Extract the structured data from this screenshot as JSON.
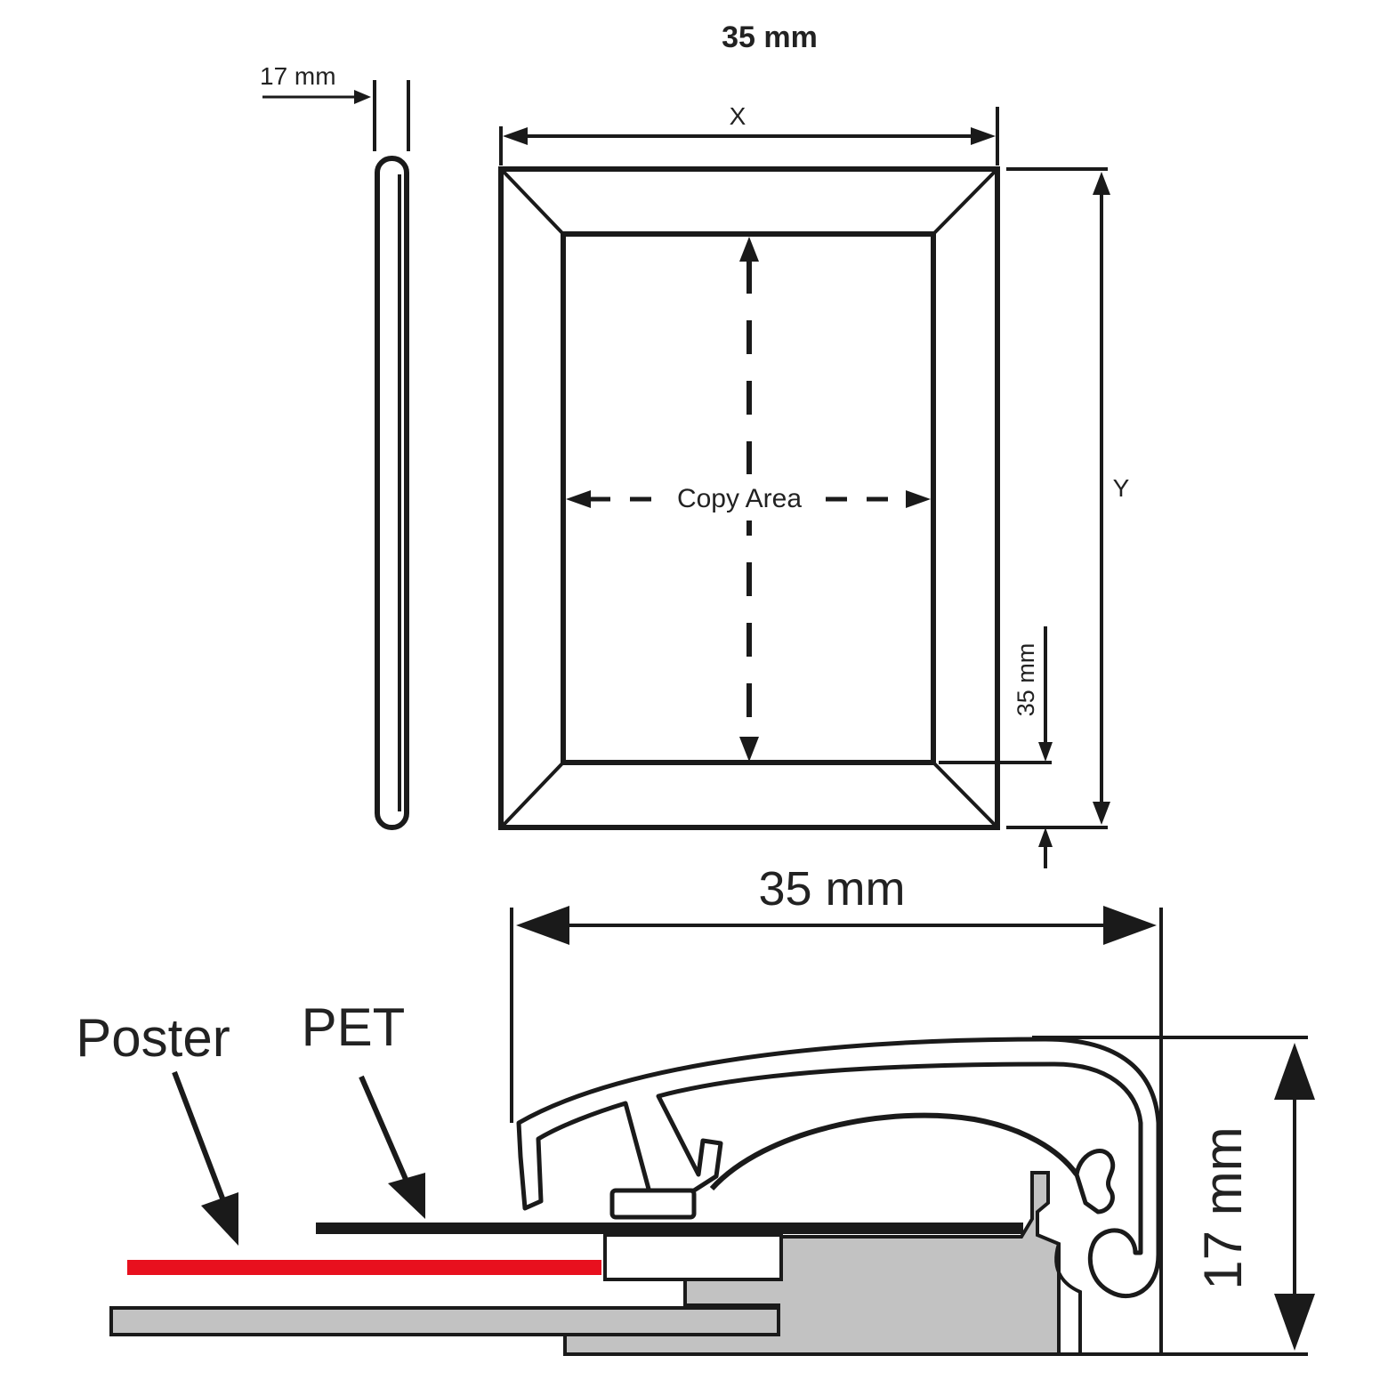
{
  "labels": {
    "top_profile_width": "35 mm",
    "side_depth": "17 mm",
    "frame_width": "X",
    "frame_height": "Y",
    "copy_area": "Copy Area",
    "border_width": "35 mm",
    "section_width": "35 mm",
    "section_depth": "17 mm",
    "poster": "Poster",
    "pet": "PET"
  },
  "colors": {
    "line": "#1a1a1a",
    "poster": "#e8101e",
    "backing": "#c2c2c2",
    "background": "#ffffff"
  }
}
